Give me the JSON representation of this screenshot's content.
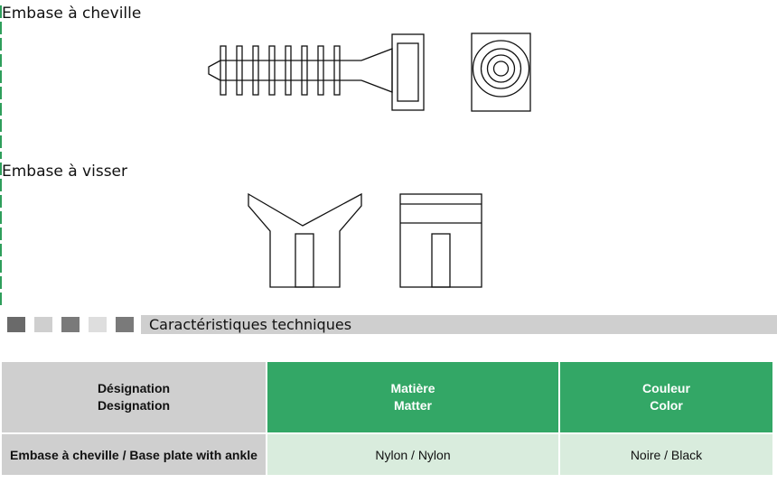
{
  "sections": [
    {
      "heading": "Embase à cheville"
    },
    {
      "heading": "Embase à visser"
    }
  ],
  "band": {
    "title": "Caractéristiques techniques",
    "squares": [
      "#6a6a6a",
      "#cfcfcf",
      "#7a7a7a",
      "#dedede",
      "#7a7a7a"
    ]
  },
  "table": {
    "headers": [
      {
        "fr": "Désignation",
        "en": "Designation"
      },
      {
        "fr": "Matière",
        "en": "Matter"
      },
      {
        "fr": "Couleur",
        "en": "Color"
      }
    ],
    "rows": [
      {
        "designation": "Embase à cheville / Base plate with ankle",
        "matter": "Nylon / Nylon",
        "color": "Noire / Black"
      }
    ]
  },
  "colors": {
    "accent_green": "#33a766",
    "light_green": "#d9ecdd",
    "header_gray": "#cfcfcf",
    "dash_green": "#2e9e5b"
  }
}
